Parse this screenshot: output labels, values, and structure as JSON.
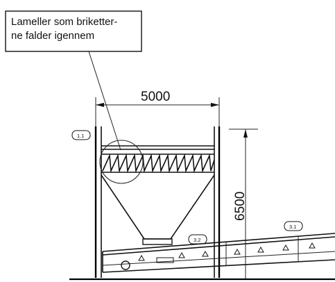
{
  "callout": {
    "line1": "Lameller som briketter-",
    "line2": "ne falder igennem"
  },
  "dimensions": {
    "width": "5000",
    "height": "6500"
  },
  "tags": {
    "silo": "1.1",
    "conveyor_lower": "3.2",
    "conveyor_upper": "3.1"
  }
}
